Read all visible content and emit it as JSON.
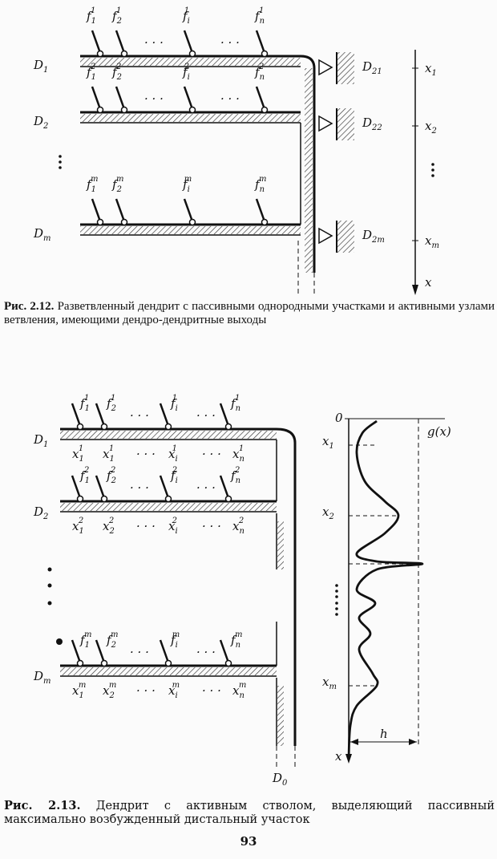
{
  "figure_2_12": {
    "synapse_rows": [
      [
        {
          "b": "f",
          "sub": "1",
          "sup": "1"
        },
        {
          "b": "f",
          "sub": "2",
          "sup": "1"
        },
        {
          "b": "f",
          "sub": "i",
          "sup": "1"
        },
        {
          "b": "f",
          "sub": "n",
          "sup": "1"
        }
      ],
      [
        {
          "b": "f",
          "sub": "1",
          "sup": "2"
        },
        {
          "b": "f",
          "sub": "2",
          "sup": "2"
        },
        {
          "b": "f",
          "sub": "i",
          "sup": "2"
        },
        {
          "b": "f",
          "sub": "n",
          "sup": "2"
        }
      ],
      [
        {
          "b": "f",
          "sub": "1",
          "sup": "m"
        },
        {
          "b": "f",
          "sub": "2",
          "sup": "m"
        },
        {
          "b": "f",
          "sub": "i",
          "sup": "m"
        },
        {
          "b": "f",
          "sub": "n",
          "sup": "m"
        }
      ]
    ],
    "branch_labels": [
      {
        "b": "D",
        "sub": "1",
        "sup": ""
      },
      {
        "b": "D",
        "sub": "2",
        "sup": ""
      },
      {
        "b": "D",
        "sub": "m",
        "sup": ""
      }
    ],
    "output_labels": [
      {
        "b": "D",
        "sub": "21",
        "sup": ""
      },
      {
        "b": "D",
        "sub": "22",
        "sup": ""
      },
      {
        "b": "D",
        "sub": "2m",
        "sup": ""
      }
    ],
    "axis_labels": [
      {
        "b": "x",
        "sub": "1",
        "sup": ""
      },
      {
        "b": "x",
        "sub": "2",
        "sup": ""
      },
      {
        "b": "x",
        "sub": "m",
        "sup": ""
      },
      {
        "b": "x",
        "sub": "",
        "sup": ""
      }
    ],
    "ellipsis": "· · ·",
    "caption_number": "Рис. 2.12.",
    "caption_text": "Разветвленный дендрит с пассивными однородными участками и активными узлами ветвления, имеющими дендро-дендритные выходы"
  },
  "figure_2_13": {
    "synapse_rows": [
      [
        {
          "b": "f",
          "sub": "1",
          "sup": "1"
        },
        {
          "b": "f",
          "sub": "2",
          "sup": "1"
        },
        {
          "b": "f",
          "sub": "i",
          "sup": "1"
        },
        {
          "b": "f",
          "sub": "n",
          "sup": "1"
        }
      ],
      [
        {
          "b": "f",
          "sub": "1",
          "sup": "2"
        },
        {
          "b": "f",
          "sub": "2",
          "sup": "2"
        },
        {
          "b": "f",
          "sub": "i",
          "sup": "2"
        },
        {
          "b": "f",
          "sub": "n",
          "sup": "2"
        }
      ],
      [
        {
          "b": "f",
          "sub": "1",
          "sup": "m"
        },
        {
          "b": "f",
          "sub": "2",
          "sup": "m"
        },
        {
          "b": "f",
          "sub": "i",
          "sup": "m"
        },
        {
          "b": "f",
          "sub": "n",
          "sup": "m"
        }
      ]
    ],
    "segment_rows": [
      [
        {
          "b": "x",
          "sub": "1",
          "sup": "1"
        },
        {
          "b": "x",
          "sub": "1",
          "sup": "1"
        },
        {
          "b": "x",
          "sub": "i",
          "sup": "1"
        },
        {
          "b": "x",
          "sub": "n",
          "sup": "1"
        }
      ],
      [
        {
          "b": "x",
          "sub": "1",
          "sup": "2"
        },
        {
          "b": "x",
          "sub": "2",
          "sup": "2"
        },
        {
          "b": "x",
          "sub": "i",
          "sup": "2"
        },
        {
          "b": "x",
          "sub": "n",
          "sup": "2"
        }
      ],
      [
        {
          "b": "x",
          "sub": "1",
          "sup": "m"
        },
        {
          "b": "x",
          "sub": "2",
          "sup": "m"
        },
        {
          "b": "x",
          "sub": "i",
          "sup": "m"
        },
        {
          "b": "x",
          "sub": "n",
          "sup": "m"
        }
      ]
    ],
    "branch_labels": [
      {
        "b": "D",
        "sub": "1",
        "sup": ""
      },
      {
        "b": "D",
        "sub": "2",
        "sup": ""
      },
      {
        "b": "D",
        "sub": "m",
        "sup": ""
      },
      {
        "b": "D",
        "sub": "0",
        "sup": ""
      }
    ],
    "graph_labels": {
      "origin": "0",
      "function": "g(x)",
      "axis": "x",
      "width": "h"
    },
    "graph_ticks": [
      {
        "b": "x",
        "sub": "1",
        "sup": ""
      },
      {
        "b": "x",
        "sub": "2",
        "sup": ""
      },
      {
        "b": "x",
        "sub": "m",
        "sup": ""
      }
    ],
    "ellipsis": "· · ·",
    "caption_number": "Рис. 2.13.",
    "caption_text": "Дендрит с активным стволом, выделяющий пассивный максимально возбужденный дистальный участок"
  },
  "page_number": "93"
}
